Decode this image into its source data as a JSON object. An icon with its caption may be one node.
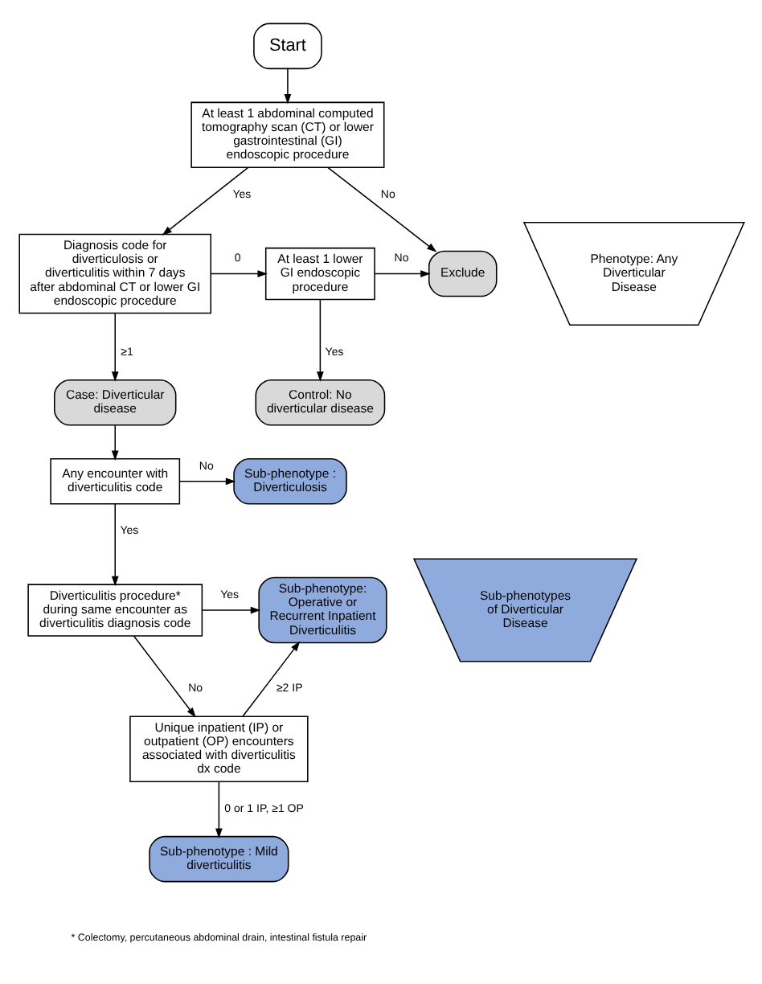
{
  "diagram": {
    "nodes": [
      {
        "text": [
          "Start"
        ]
      },
      {
        "text": [
          "At least 1 abdominal computed tomography scan (CT) or lower gastrointestinal (GI) endoscopic procedure"
        ]
      },
      {
        "text": [
          "Diagnosis code for diverticulosis or diverticulitis within 7 days after abdominal CT or lower GI endoscopic procedure"
        ]
      },
      {
        "text": [
          "At least 1 lower GI endoscopic procedure"
        ]
      },
      {
        "text": [
          "Exclude"
        ]
      },
      {
        "text": [
          "Case: Diverticular disease"
        ]
      },
      {
        "text": [
          "Control: No diverticular disease"
        ]
      },
      {
        "text": [
          "Phenotype: Any Diverticular Disease"
        ]
      },
      {
        "text": [
          "Any encounter with diverticulitis code"
        ]
      },
      {
        "text": [
          "Sub-phenotype : Diverticulosis"
        ]
      },
      {
        "text": [
          "Diverticulitis procedure* during same encounter as diverticulitis diagnosis code"
        ]
      },
      {
        "text": [
          "Sub-phenotype: Operative or Recurrent Inpatient Diverticulitis"
        ]
      },
      {
        "text": [
          "Sub-phenotypes of Diverticular Disease"
        ]
      },
      {
        "text": [
          "Unique inpatient (IP) or outpatient (OP) encounters associated with diverticulitis dx code"
        ]
      },
      {
        "text": [
          "Sub-phenotype : Mild diverticulitis"
        ]
      }
    ],
    "edges": [
      {
        "from": 0,
        "to": 1,
        "arrow": "to"
      },
      {
        "from": 1,
        "to": 4,
        "arrow": "to",
        "label": "No"
      },
      {
        "from": 1,
        "to": 2,
        "arrow": "to",
        "label": "Yes"
      },
      {
        "from": 2,
        "to": 3,
        "arrow": "to",
        "label": "0"
      },
      {
        "from": 3,
        "to": 4,
        "arrow": "to",
        "label": "No"
      },
      {
        "from": 2,
        "to": 5,
        "arrow": "to",
        "label": "≥1"
      },
      {
        "from": 3,
        "to": 6,
        "arrow": "to",
        "label": "Yes"
      },
      {
        "from": 5,
        "to": 8,
        "arrow": "to"
      },
      {
        "from": 8,
        "to": 9,
        "arrow": "to",
        "label": "No"
      },
      {
        "from": 8,
        "to": 10,
        "arrow": "to",
        "label": "Yes"
      },
      {
        "from": 10,
        "to": 11,
        "arrow": "to",
        "label": "Yes"
      },
      {
        "from": 10,
        "to": 13,
        "arrow": "to",
        "label": "No"
      },
      {
        "from": 13,
        "to": 11,
        "arrow": "to",
        "label": "≥2 IP"
      },
      {
        "from": 13,
        "to": 14,
        "arrow": "to",
        "label": "0 or 1 IP, ≥1 OP"
      }
    ],
    "labels": [
      "* Colectomy, percutaneous abdominal drain, intestinal fistula repair"
    ]
  }
}
